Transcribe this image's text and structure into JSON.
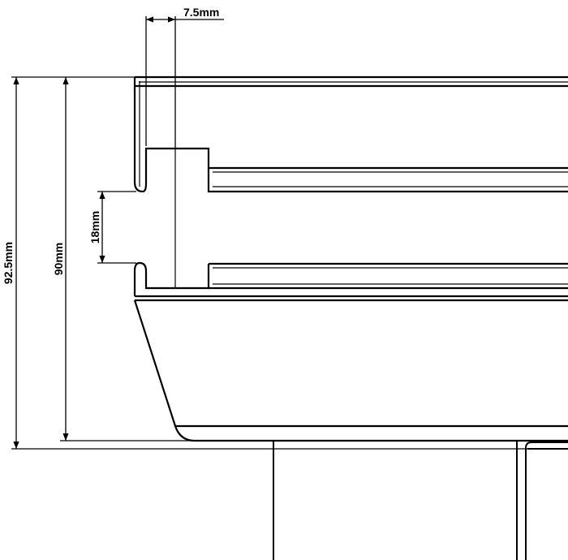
{
  "dimensions": {
    "top_width": "7.5mm",
    "overall_height": "92.5mm",
    "inner_height": "90mm",
    "slot_height": "18mm"
  },
  "colors": {
    "line": "#000000",
    "background": "#ffffff"
  }
}
